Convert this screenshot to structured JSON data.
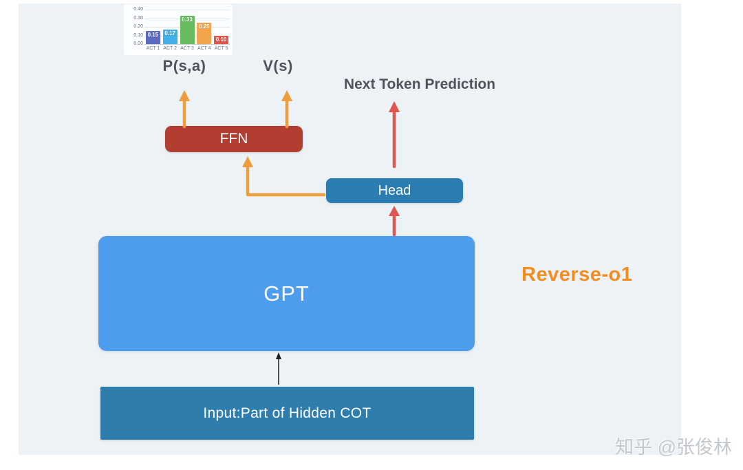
{
  "chart_data": {
    "type": "bar",
    "categories": [
      "ACT 1",
      "ACT 2",
      "ACT 3",
      "ACT 4",
      "ACT 5"
    ],
    "values": [
      0.15,
      0.17,
      0.33,
      0.25,
      0.1
    ],
    "value_labels": [
      "0.15",
      "0.17",
      "0.33",
      "0.25",
      "0.10"
    ],
    "bar_colors": [
      "#5c6bc0",
      "#42b0e8",
      "#67bb5f",
      "#f2a54c",
      "#e2554a"
    ],
    "ytick_labels": [
      "0.40",
      "0.30",
      "0.20",
      "0.10",
      "0.00"
    ],
    "ylim": [
      0,
      0.4
    ],
    "title": "",
    "xlabel": "",
    "ylabel": "",
    "grid": true,
    "legend": false
  },
  "diagram": {
    "p_sa_label": "P(s,a)",
    "v_s_label": "V(s)",
    "next_token_label": "Next Token Prediction",
    "ffn_label": "FFN",
    "head_label": "Head",
    "gpt_label": "GPT",
    "input_label": "Input:Part of Hidden COT",
    "side_label": "Reverse-o1"
  },
  "watermark": "知乎 @张俊林",
  "colors": {
    "background": "#ffffff",
    "panel": "#edf2f6",
    "ffn_box": "#b23e31",
    "head_box": "#2b7cb0",
    "gpt_box": "#4d9cee",
    "input_box": "#2e7dad",
    "arrow_orange": "#ee9d3c",
    "arrow_red": "#e0554f",
    "arrow_black": "#1c1c1c",
    "accent_orange_text": "#f28d1e",
    "label_text": "#4e5459",
    "watermark_text": "#c3c8cd"
  }
}
